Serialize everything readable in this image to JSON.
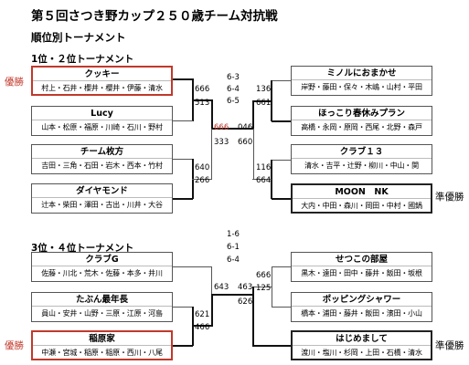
{
  "page": {
    "title": "第５回さつき野カップ２５０歳チーム対抗戦",
    "subtitle": "順位別トーナメント"
  },
  "bracket1": {
    "heading": "1位・２位トーナメント",
    "final_scores": [
      "6-3",
      "6-4",
      "6-5"
    ],
    "left_teams": [
      {
        "name": "クッキー",
        "members": "村上・石井・櫻井・櫻井・伊藤・清水"
      },
      {
        "name": "Lucy",
        "members": "山本・松原・福原・川崎・石川・野村"
      },
      {
        "name": "チーム枚方",
        "members": "吉田・三角・石田・岩木・西本・竹村"
      },
      {
        "name": "ダイヤモンド",
        "members": "辻本・柴田・澤田・古出・川井・大谷"
      }
    ],
    "right_teams": [
      {
        "name": "ミノルにおまかせ",
        "members": "岸野・藤田・保々・木嶋・山村・平田"
      },
      {
        "name": "ほっこり春休みプラン",
        "members": "高橋・永岡・原岡・西尾・北野・森戸"
      },
      {
        "name": "クラブ１３",
        "members": "清水・吉平・辻野・柳川・中山・関"
      },
      {
        "name": "MOON　NK",
        "members": "大内・中田・森川・岡田・中村・國鍋"
      }
    ],
    "scores": {
      "l1_r1": "666",
      "l2_r1": "513",
      "l3_r1": "640",
      "l4_r1": "266",
      "l_sf_top": "666",
      "l_sf_bot": "333",
      "r1_r1": "136",
      "r2_r1": "661",
      "r3_r1": "116",
      "r4_r1": "664",
      "r_sf_top": "046",
      "r_sf_bot": "660"
    },
    "winner_label": "優勝",
    "runnerup_label": "準優勝"
  },
  "bracket2": {
    "heading": "3位・４位トーナメント",
    "final_scores": [
      "1-6",
      "6-1",
      "6-4"
    ],
    "left_teams": [
      {
        "name": "クラブG",
        "members": "佐藤・川北・荒木・佐藤・本多・井川"
      },
      {
        "name": "たぶん最年長",
        "members": "員山・安井・山野・三原・江原・河島"
      },
      {
        "name": "稲原家",
        "members": "中瀬・宮城・稲原・稲原・西川・八尾"
      }
    ],
    "right_teams": [
      {
        "name": "せつこの部屋",
        "members": "黒木・遠田・田中・藤井・飯田・坂根"
      },
      {
        "name": "ポッピングシャワー",
        "members": "橋本・浦田・藤井・飯田・濱田・小山"
      },
      {
        "name": "はじめまして",
        "members": "渡川・塩川・杉岡・上田・石橋・清水"
      }
    ],
    "scores": {
      "l_sf_top": "643",
      "l_sf_bot": "621",
      "l_q_bot": "466",
      "r_sf_top": "463",
      "r_sf_bot": "626",
      "r1_r1": "666",
      "r2_r1": "125"
    },
    "winner_label": "優勝",
    "runnerup_label": "準優勝"
  },
  "colors": {
    "winner": "#c0392b",
    "line": "#555555",
    "bold_line": "#111111"
  }
}
